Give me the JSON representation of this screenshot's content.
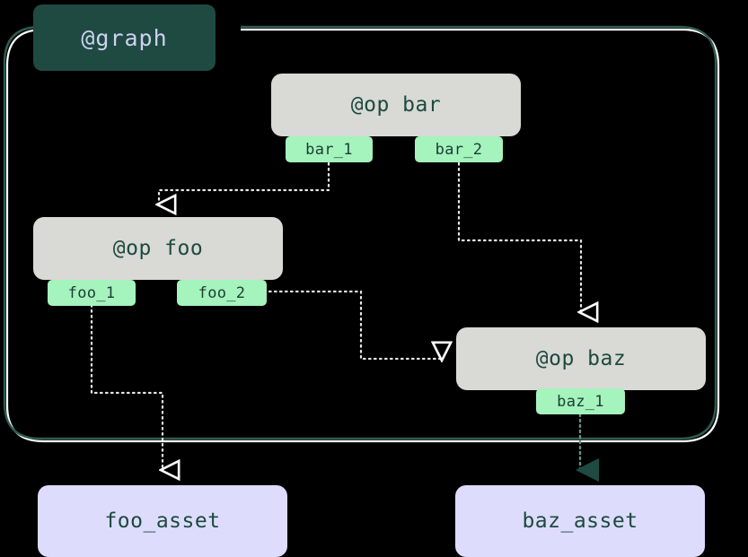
{
  "diagram": {
    "type": "dagster-graph-lineage",
    "background_color": "#000000",
    "container": {
      "label": "@graph",
      "label_box_color": "#1f4a42",
      "label_text_color": "#ccd2f0",
      "border_color": "#2f5c52",
      "border_highlight_color": "#ffffff"
    },
    "op_nodes": [
      {
        "id": "op-bar",
        "label": "@op bar",
        "fill": "#d9d9d6",
        "text_color": "#1c4a3f",
        "ports": [
          {
            "id": "bar_1",
            "label": "bar_1",
            "fill": "#a5f3bd"
          },
          {
            "id": "bar_2",
            "label": "bar_2",
            "fill": "#a5f3bd"
          }
        ]
      },
      {
        "id": "op-foo",
        "label": "@op foo",
        "fill": "#d9d9d6",
        "text_color": "#1c4a3f",
        "ports": [
          {
            "id": "foo_1",
            "label": "foo_1",
            "fill": "#a5f3bd"
          },
          {
            "id": "foo_2",
            "label": "foo_2",
            "fill": "#a5f3bd"
          }
        ]
      },
      {
        "id": "op-baz",
        "label": "@op baz",
        "fill": "#d9d9d6",
        "text_color": "#1c4a3f",
        "ports": [
          {
            "id": "baz_1",
            "label": "baz_1",
            "fill": "#a5f3bd"
          }
        ]
      }
    ],
    "asset_nodes": [
      {
        "id": "foo-asset",
        "label": "foo_asset",
        "fill": "#dedcfd",
        "text_color": "#1c4a3f"
      },
      {
        "id": "baz-asset",
        "label": "baz_asset",
        "fill": "#dedcfd",
        "text_color": "#1c4a3f"
      }
    ],
    "edges": [
      {
        "id": "edge-bar1-foo",
        "from": "bar_1",
        "to": "op-foo",
        "style": "dotted",
        "arrow": "hollow"
      },
      {
        "id": "edge-bar2-baz",
        "from": "bar_2",
        "to": "op-baz",
        "style": "dotted",
        "arrow": "hollow"
      },
      {
        "id": "edge-foo2-baz",
        "from": "foo_2",
        "to": "op-baz",
        "style": "dotted",
        "arrow": "hollow"
      },
      {
        "id": "edge-foo1-fooasset",
        "from": "foo_1",
        "to": "foo-asset",
        "style": "dotted",
        "arrow": "hollow"
      },
      {
        "id": "edge-baz1-bazasset",
        "from": "baz_1",
        "to": "baz-asset",
        "style": "dotted",
        "arrow": "filled"
      }
    ]
  }
}
